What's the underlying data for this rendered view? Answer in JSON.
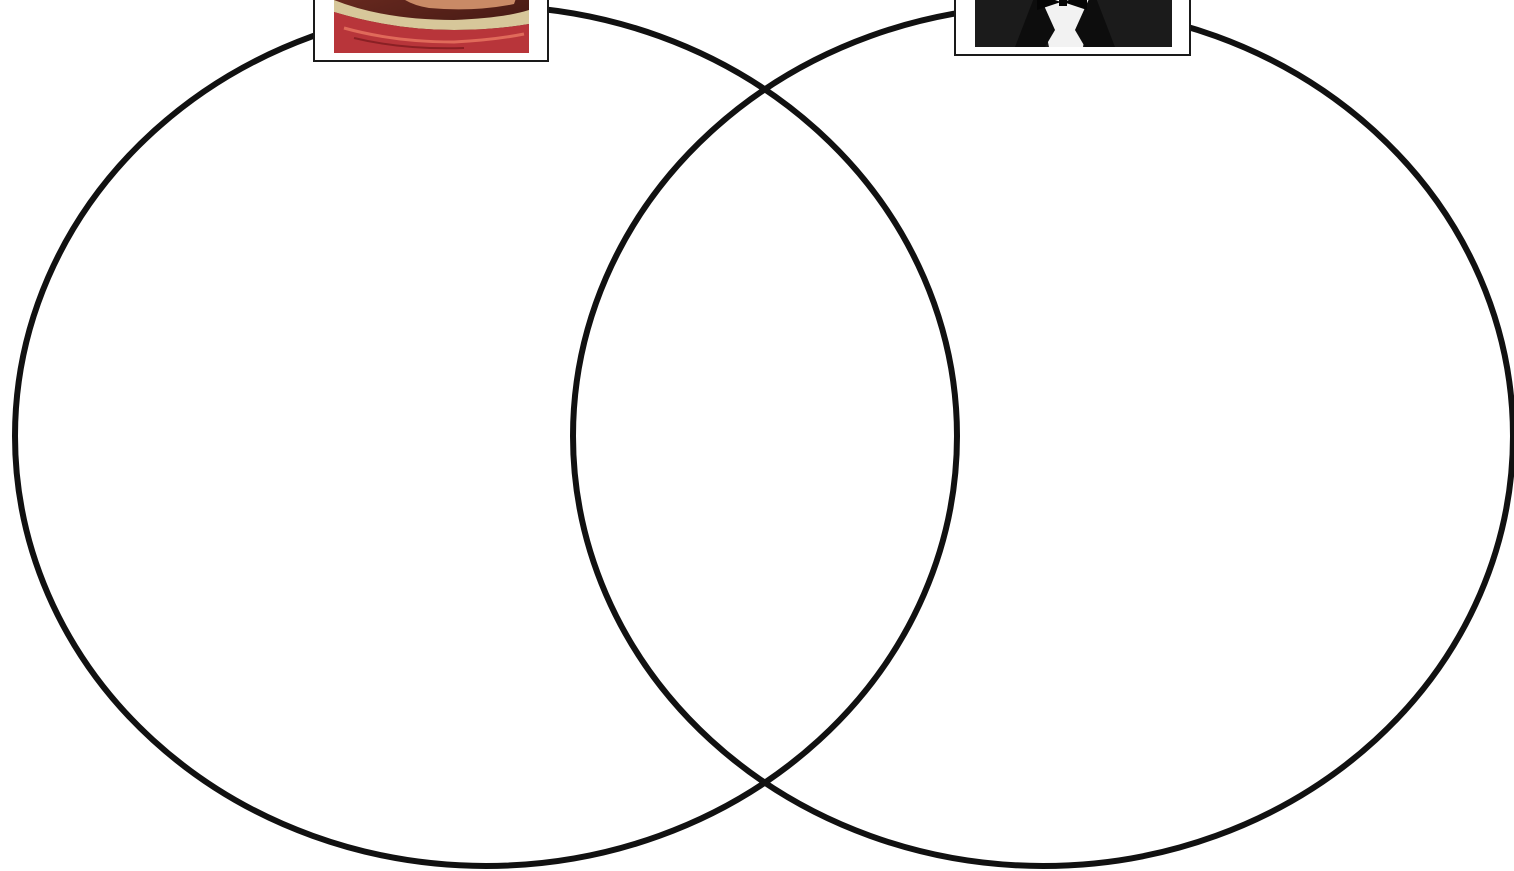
{
  "diagram": {
    "type": "venn",
    "sets": [
      {
        "id": "left",
        "label": "",
        "portrait": "classical-composer-portrait"
      },
      {
        "id": "right",
        "label": "",
        "portrait": "modern-performer-photo"
      }
    ],
    "intersection_label": "",
    "stroke_color": "#111111",
    "background_color": "#ffffff"
  },
  "colors": {
    "portrait_left_skin": "#c98a66",
    "portrait_left_collar": "#b8353a",
    "portrait_left_lace": "#d7c79a",
    "portrait_right_suit": "#1b1b1b",
    "portrait_right_shirt": "#f2f2f2"
  }
}
